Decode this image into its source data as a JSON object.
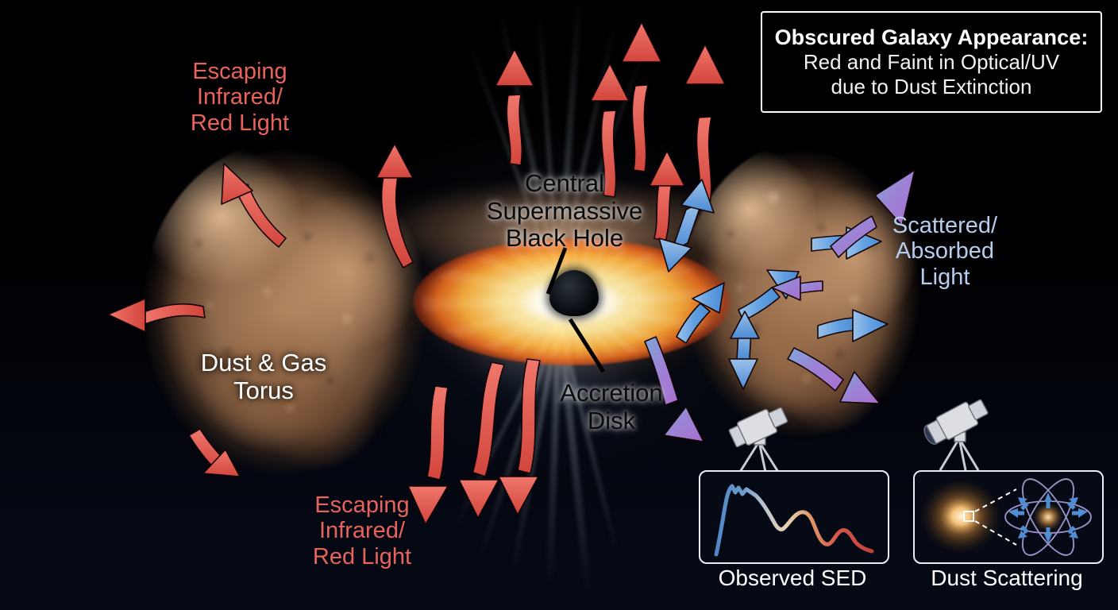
{
  "figure": {
    "kind": "agn-unified-model-diagram",
    "background_color": "#000208"
  },
  "title_box": {
    "line1": "Obscured Galaxy Appearance:",
    "line2": "Red and Faint in Optical/UV",
    "line3": "due to Dust Extinction",
    "border_color": "#ffffff",
    "text_color": "#ffffff"
  },
  "labels": {
    "escaping_ir_top": "Escaping\nInfrared/\nRed Light",
    "escaping_ir_bottom": "Escaping\nInfrared/\nRed Light",
    "scattered_absorbed": "Scattered/\nAbsorbed\nLight",
    "central_black_hole": "Central\nSupermassive\nBlack Hole",
    "accretion_disk": "Accretion\nDisk",
    "dust_gas_torus": "Dust & Gas\nTorus"
  },
  "label_colors": {
    "red_light": "#e8635c",
    "scattered_light": "#b6cdec",
    "torus_label": "#ffffff",
    "black_hole_label": "#0a0a0a",
    "accretion_disk_label": "#0a0a0a"
  },
  "components": {
    "black_hole": "central-supermassive-black-hole",
    "accretion_disk": "accretion-disk",
    "torus_left_lobe": "dust-gas-torus-left",
    "torus_right_lobe": "dust-gas-torus-right"
  },
  "arrows": {
    "red": {
      "meaning": "Escaping infrared / red light",
      "color": "#e8584f",
      "count": 12
    },
    "blue": {
      "meaning": "Scattered / absorbed light",
      "color": "#5f9ee0",
      "count": 7
    },
    "purple": {
      "meaning": "Scattered light paths",
      "color": "#9b6fd6",
      "count": 4
    }
  },
  "insets": [
    {
      "id": "observed-sed",
      "caption": "Observed SED",
      "content": "spectral-energy-distribution-curve",
      "telescope": true
    },
    {
      "id": "dust-scattering",
      "caption": "Dust Scattering",
      "content": "dust-grain-scattering-schematic",
      "telescope": true
    }
  ],
  "chart_data": {
    "type": "line",
    "title": "Observed SED",
    "xlabel": "",
    "ylabel": "",
    "grid": false,
    "legend": "none",
    "note": "Flux vs wavelength; blue/UV rising edge, peak, then declining red/IR tail. Line color is a gradient from blue (short wavelength) through white/tan to red (long wavelength).",
    "x": [
      0,
      3,
      6,
      9,
      12,
      15,
      18,
      21,
      24,
      27,
      30,
      33,
      36,
      39,
      42,
      45,
      48,
      51,
      54,
      57,
      60,
      63,
      66,
      70,
      74,
      78,
      82,
      86,
      90,
      94,
      100
    ],
    "y": [
      4,
      6,
      14,
      40,
      72,
      88,
      94,
      90,
      92,
      88,
      86,
      85,
      80,
      72,
      64,
      58,
      53,
      50,
      56,
      62,
      64,
      60,
      48,
      34,
      28,
      27,
      30,
      36,
      34,
      26,
      18
    ],
    "xlim": [
      0,
      100
    ],
    "ylim": [
      0,
      100
    ],
    "line_gradient": [
      "#4f86c6",
      "#9fb3c8",
      "#e8d3b5",
      "#e09a6a",
      "#d4564a",
      "#c6403a"
    ]
  },
  "dust_scattering_panel": {
    "source_glow": "unresolved-glowing-source",
    "callout_box": "zoom-region-marker",
    "dashed_connectors": 2,
    "orbital_rings": 3,
    "scatter_arrows": 8,
    "ring_color": "#9a93c9",
    "arrow_color": "#4f8ed4",
    "core_color": "#e8a martial"
  },
  "telescope": {
    "body_color": "#d8dade",
    "lens_color": "#2e3a52",
    "tripod_color": "#c9ccd2"
  }
}
